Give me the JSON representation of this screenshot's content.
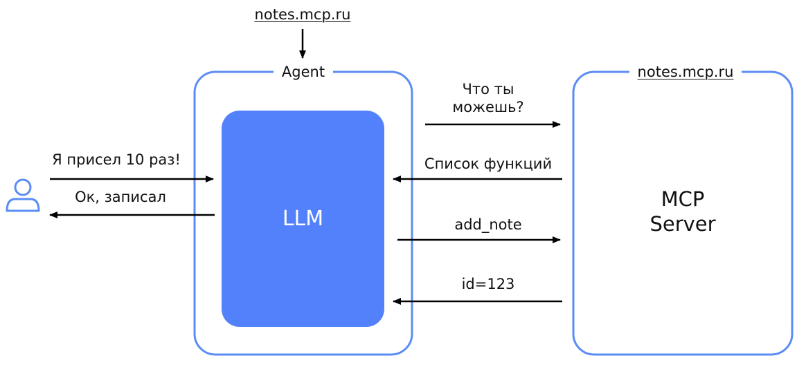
{
  "colors": {
    "outline": "#5b8cf5",
    "llm_fill": "#5281fb",
    "line": "#000000"
  },
  "top_url": "notes.mcp.ru",
  "agent": {
    "title": "Agent",
    "llm_label": "LLM"
  },
  "server": {
    "title": "notes.mcp.ru",
    "label_line1": "MCP",
    "label_line2": "Server"
  },
  "user": {
    "icon": "user-icon"
  },
  "messages": {
    "user_to_agent": "Я присел 10 раз!",
    "agent_to_user": "Ок, записал",
    "capabilities_q_line1": "Что ты",
    "capabilities_q_line2": "можешь?",
    "function_list": "Список функций",
    "add_note": "add_note",
    "result_id": "id=123"
  }
}
